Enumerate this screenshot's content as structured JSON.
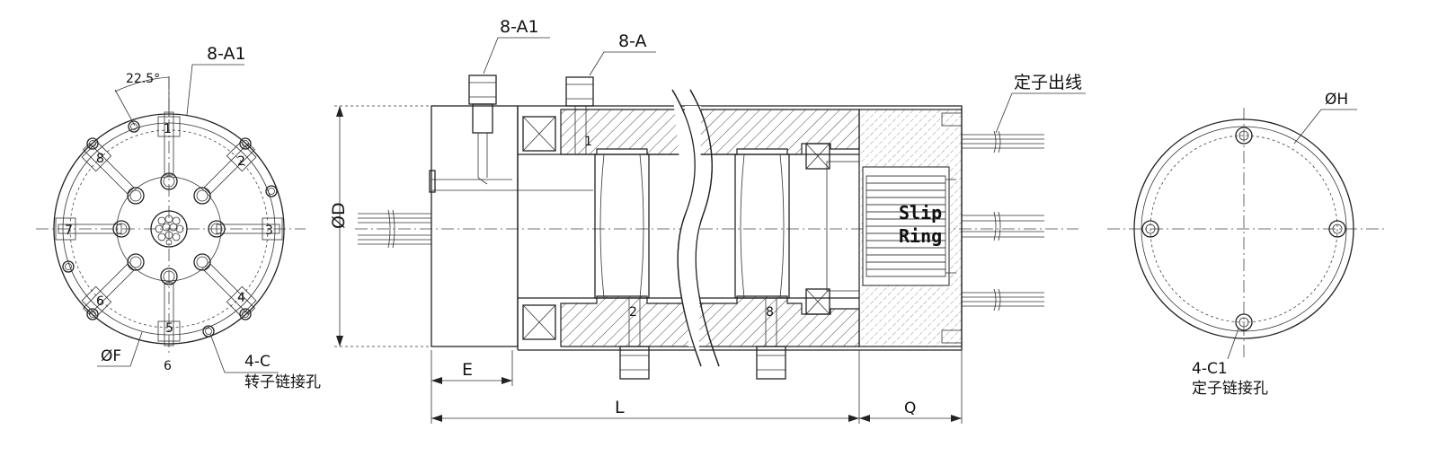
{
  "left_view": {
    "label_8A1": "8-A1",
    "angle": "22.5°",
    "dia_F": "ØF",
    "label_4C": "4-C",
    "rotor_holes": "转子链接孔",
    "bottom_num": "6",
    "numbers": [
      "1",
      "2",
      "3",
      "4",
      "5",
      "6",
      "7",
      "8"
    ]
  },
  "main_view": {
    "label_8A1": "8-A1",
    "label_8A": "8-A",
    "dia_D": "ØD",
    "dim_E": "E",
    "dim_L": "L",
    "dim_Q": "Q",
    "stator_out": "定子出线",
    "slip": "Slip",
    "ring": "Ring",
    "port_1": "1",
    "port_2": "2",
    "port_8": "8"
  },
  "right_view": {
    "dia_H": "ØH",
    "label_4C1": "4-C1",
    "stator_holes": "定子链接孔"
  }
}
